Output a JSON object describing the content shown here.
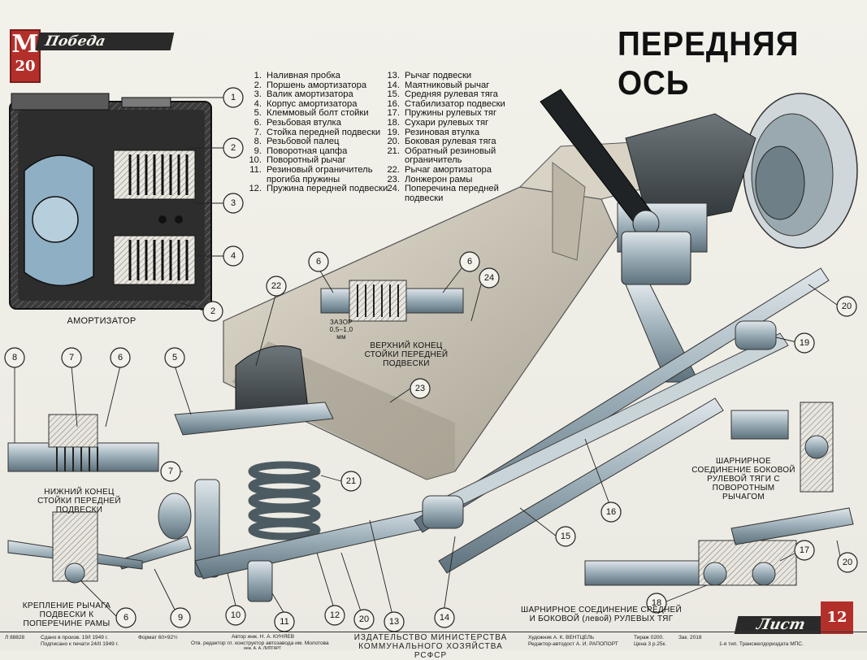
{
  "brand": {
    "logo_letter": "М",
    "logo_number": "20",
    "logo_name": "Победа"
  },
  "title": "ПЕРЕДНЯЯ ОСЬ",
  "legend_col1": [
    {
      "n": "1.",
      "t": "Наливная пробка"
    },
    {
      "n": "2.",
      "t": "Поршень амортизатора"
    },
    {
      "n": "3.",
      "t": "Валик амортизатора"
    },
    {
      "n": "4.",
      "t": "Корпус амортизатора"
    },
    {
      "n": "5.",
      "t": "Клеммовый болт стойки"
    },
    {
      "n": "6.",
      "t": "Резьбовая втулка"
    },
    {
      "n": "7.",
      "t": "Стойка передней подвески"
    },
    {
      "n": "8.",
      "t": "Резьбовой палец"
    },
    {
      "n": "9.",
      "t": "Поворотная цапфа"
    },
    {
      "n": "10.",
      "t": "Поворотный рычаг"
    },
    {
      "n": "11.",
      "t": "Резиновый ограничитель прогиба пружины"
    },
    {
      "n": "12.",
      "t": "Пружина передней подвески"
    }
  ],
  "legend_col2": [
    {
      "n": "13.",
      "t": "Рычаг подвески"
    },
    {
      "n": "14.",
      "t": "Маятниковый рычаг"
    },
    {
      "n": "15.",
      "t": "Средняя рулевая тяга"
    },
    {
      "n": "16.",
      "t": "Стабилизатор подвески"
    },
    {
      "n": "17.",
      "t": "Пружины рулевых тяг"
    },
    {
      "n": "18.",
      "t": "Сухари рулевых тяг"
    },
    {
      "n": "19.",
      "t": "Резиновая втулка"
    },
    {
      "n": "20.",
      "t": "Боковая рулевая тяга"
    },
    {
      "n": "21.",
      "t": "Обратный резиновый ограничитель"
    },
    {
      "n": "22.",
      "t": "Рычаг амортизатора"
    },
    {
      "n": "23.",
      "t": "Лонжерон рамы"
    },
    {
      "n": "24.",
      "t": "Поперечина передней подвески"
    }
  ],
  "captions": {
    "shock": "АМОРТИЗАТОР",
    "gap_label": "ЗАЗОР",
    "gap_value": "0,5–1,0 мм",
    "upper": "ВЕРХНИЙ КОНЕЦ СТОЙКИ ПЕРЕДНЕЙ ПОДВЕСКИ",
    "lower": "НИЖНИЙ КОНЕЦ СТОЙКИ ПЕРЕДНЕЙ ПОДВЕСКИ",
    "mount": "КРЕПЛЕНИЕ РЫЧАГА ПОДВЕСКИ К ПОПЕРЕЧИНЕ РАМЫ",
    "side_joint": "ШАРНИРНОЕ СОЕДИНЕНИЕ БОКОВОЙ РУЛЕВОЙ ТЯГИ С ПОВОРОТНЫМ РЫЧАГОМ",
    "mid_joint": "ШАРНИРНОЕ СОЕДИНЕНИЕ СРЕДНЕЙ И БОКОВОЙ (левой) РУЛЕВЫХ ТЯГ"
  },
  "callouts": [
    "1",
    "2",
    "3",
    "4",
    "2",
    "8",
    "7",
    "6",
    "5",
    "22",
    "6",
    "6",
    "24",
    "23",
    "7",
    "21",
    "9",
    "10",
    "11",
    "12",
    "20",
    "13",
    "14",
    "15",
    "16",
    "19",
    "20",
    "17",
    "20",
    "18",
    "6"
  ],
  "footer": {
    "order": "Л 88828",
    "dates": "Сдано в произв. 19/I 1949 г. Подписано к печати 24/II 1949 г.",
    "format": "Формат 60×92½",
    "author": "Автор инж. Н. А. КУНЯЕВ",
    "editor": "Отв. редактор гл. конструктор автозавода им. Молотова",
    "editor2": "инж. А. А. ЛИПГАРТ",
    "publisher": "ИЗДАТЕЛЬСТВО МИНИСТЕРСТВА КОММУНАЛЬНОГО ХОЗЯЙСТВА РСФСР",
    "artist": "Художник А. К. ВЕНТЦЕЛЬ",
    "art_editor": "Редактор-автодост А. И. РАПОПОРТ",
    "run": "Тираж 0200. Цена 3 р.25к.",
    "order2": "Зак. 2018",
    "printer": "1-я тип. Трансжелдориздата МПС.",
    "sheet_label": "Лист",
    "sheet_number": "12"
  },
  "colors": {
    "red": "#b3302a",
    "ink": "#1a1a1a",
    "steel": "#8fa3ad",
    "frame": "#c7c0b0"
  }
}
